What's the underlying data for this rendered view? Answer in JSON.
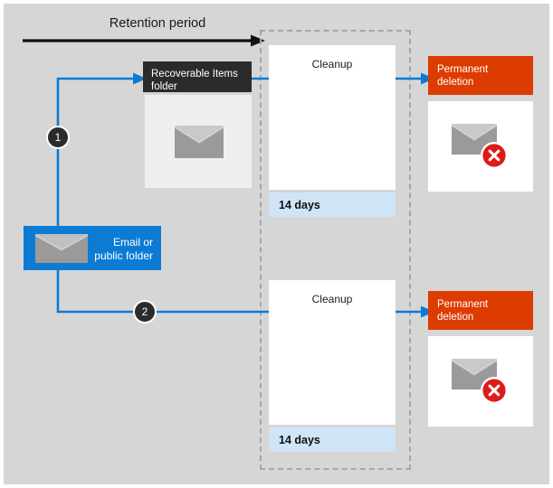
{
  "diagram": {
    "title_label": "Retention period",
    "canvas_bg": "#d6d6d6",
    "accent_blue": "#0c7bd4",
    "accent_orange": "#dc3c00",
    "dark_header": "#2b2b2b",
    "days_band_bg": "#cfe4f7"
  },
  "source": {
    "label": "Email or\npublic folder",
    "icon": "envelope-icon"
  },
  "steps": [
    {
      "number": "1"
    },
    {
      "number": "2"
    }
  ],
  "recoverable_items": {
    "header": "Recoverable Items\nfolder",
    "icon": "envelope-icon"
  },
  "flows": [
    {
      "cleanup_label": "Cleanup",
      "days_label": "14 days",
      "deletion_label": "Permanent\ndeletion",
      "deletion_icon": "envelope-deleted-icon"
    },
    {
      "cleanup_label": "Cleanup",
      "days_label": "14 days",
      "deletion_label": "Permanent\ndeletion",
      "deletion_icon": "envelope-deleted-icon"
    }
  ]
}
